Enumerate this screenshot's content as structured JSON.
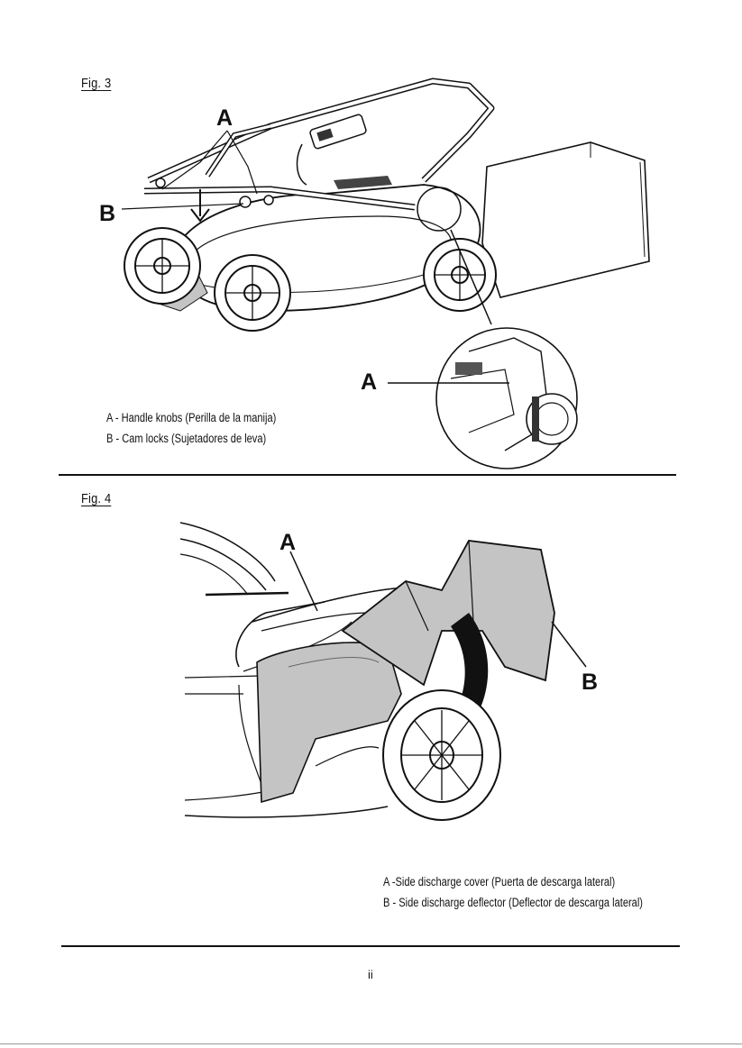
{
  "figure3": {
    "label": "Fig. 3",
    "callouts": {
      "a_top": "A",
      "b_left": "B",
      "a_inset": "A"
    },
    "captions": [
      "A - Handle knobs (Perilla de la manija)",
      "B - Cam locks (Sujetadores de leva)"
    ]
  },
  "figure4": {
    "label": "Fig. 4",
    "callouts": {
      "a": "A",
      "b": "B"
    },
    "captions": [
      "A -Side discharge cover (Puerta de descarga lateral)",
      "B - Side discharge deflector (Deflector de  descarga lateral)"
    ]
  },
  "page": {
    "number": "ii"
  }
}
